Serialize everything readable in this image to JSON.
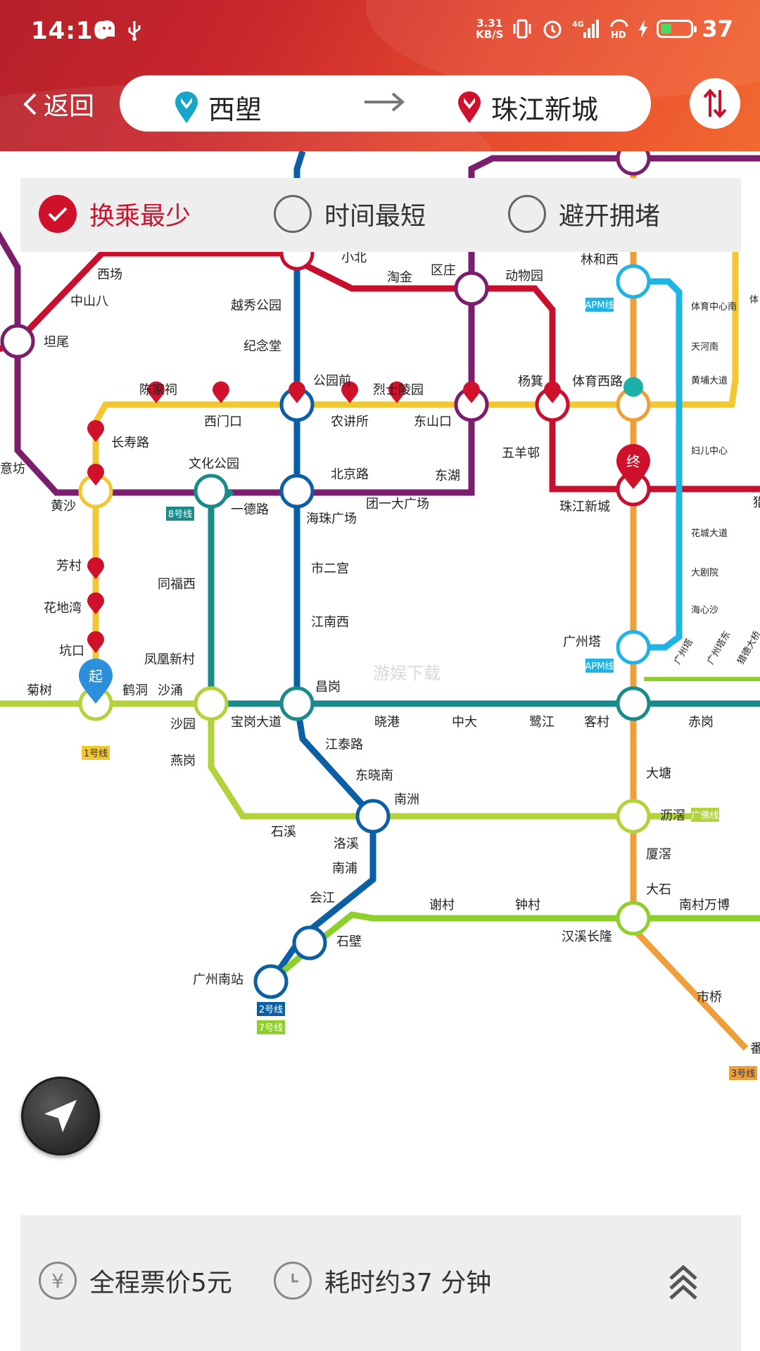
{
  "status_bar": {
    "time": "14:10",
    "net_speed_value": "3.31",
    "net_speed_unit": "KB/S",
    "battery": "37"
  },
  "header": {
    "back_label": "返回",
    "from_station": "西塱",
    "to_station": "珠江新城"
  },
  "options": [
    {
      "label": "换乘最少",
      "selected": true
    },
    {
      "label": "时间最短",
      "selected": false
    },
    {
      "label": "避开拥堵",
      "selected": false
    }
  ],
  "summary": {
    "fare": "全程票价5元",
    "duration": "耗时约37 分钟"
  },
  "map": {
    "start_marker": "起",
    "end_marker": "终",
    "line_colors": {
      "line1": "#f2c831",
      "line2": "#0b5fa5",
      "line3": "#ef9f3a",
      "line5": "#c8102e",
      "line6": "#7b1e6b",
      "line7": "#8fcf2b",
      "line8": "#1a8a8a",
      "gf": "#b2d33a",
      "apm": "#1fb4e6"
    },
    "line_badges": [
      "1号线",
      "2号线",
      "7号线",
      "8号线",
      "3号线",
      "APM线",
      "APM线",
      "广佛线"
    ],
    "stations": [
      "西场",
      "中山八",
      "坦尾",
      "意坊",
      "黄沙",
      "长寿路",
      "陈家祠",
      "西门口",
      "公园前",
      "农讲所",
      "烈士陵园",
      "东山口",
      "杨箕",
      "体育西路",
      "五羊邨",
      "珠江新城",
      "小北",
      "淘金",
      "区庄",
      "动物园",
      "越秀公园",
      "纪念堂",
      "林和西",
      "体育中心南",
      "天河南",
      "黄埔大道",
      "妇儿中心",
      "花城大道",
      "大剧院",
      "海心沙",
      "广州塔",
      "文化公园",
      "一德路",
      "海珠广场",
      "北京路",
      "团一大广场",
      "东湖",
      "芳村",
      "花地湾",
      "坑口",
      "同福西",
      "凤凰新村",
      "市二宫",
      "江南西",
      "昌岗",
      "菊树",
      "鹤洞",
      "沙涌",
      "沙园",
      "宝岗大道",
      "晓港",
      "中大",
      "鹭江",
      "客村",
      "赤岗",
      "燕岗",
      "江泰路",
      "东晓南",
      "南洲",
      "石溪",
      "沥滘",
      "厦滘",
      "大石",
      "洛溪",
      "南浦",
      "会江",
      "石壁",
      "广州南站",
      "谢村",
      "钟村",
      "汉溪长隆",
      "南村万博",
      "市桥",
      "大塘",
      "广州塔",
      "广州塔东",
      "猎德大桥",
      "体",
      "番",
      "猎"
    ],
    "watermark": "游娱下载"
  }
}
